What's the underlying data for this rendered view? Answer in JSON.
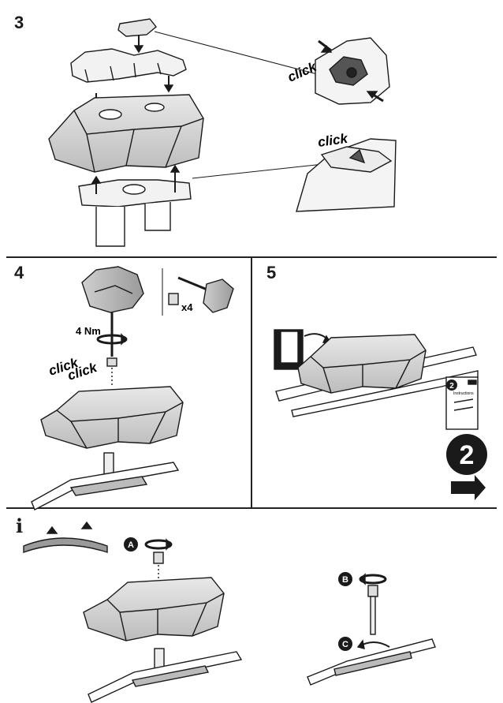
{
  "steps": {
    "s3": "3",
    "s4": "4",
    "s5": "5",
    "info": "i"
  },
  "labels": {
    "click_1": "click",
    "click_2": "click",
    "click_3": "click",
    "click_4": "click",
    "torque": "4 Nm",
    "qty": "x4",
    "instructions_num": "2",
    "instructions_title": "Instructions",
    "next_num": "2",
    "marker_a": "A",
    "marker_b": "B",
    "marker_c": "C"
  },
  "icons": [
    "screw-icon",
    "hex-key-icon",
    "arrow-right-icon",
    "rotate-icon",
    "info-icon"
  ]
}
